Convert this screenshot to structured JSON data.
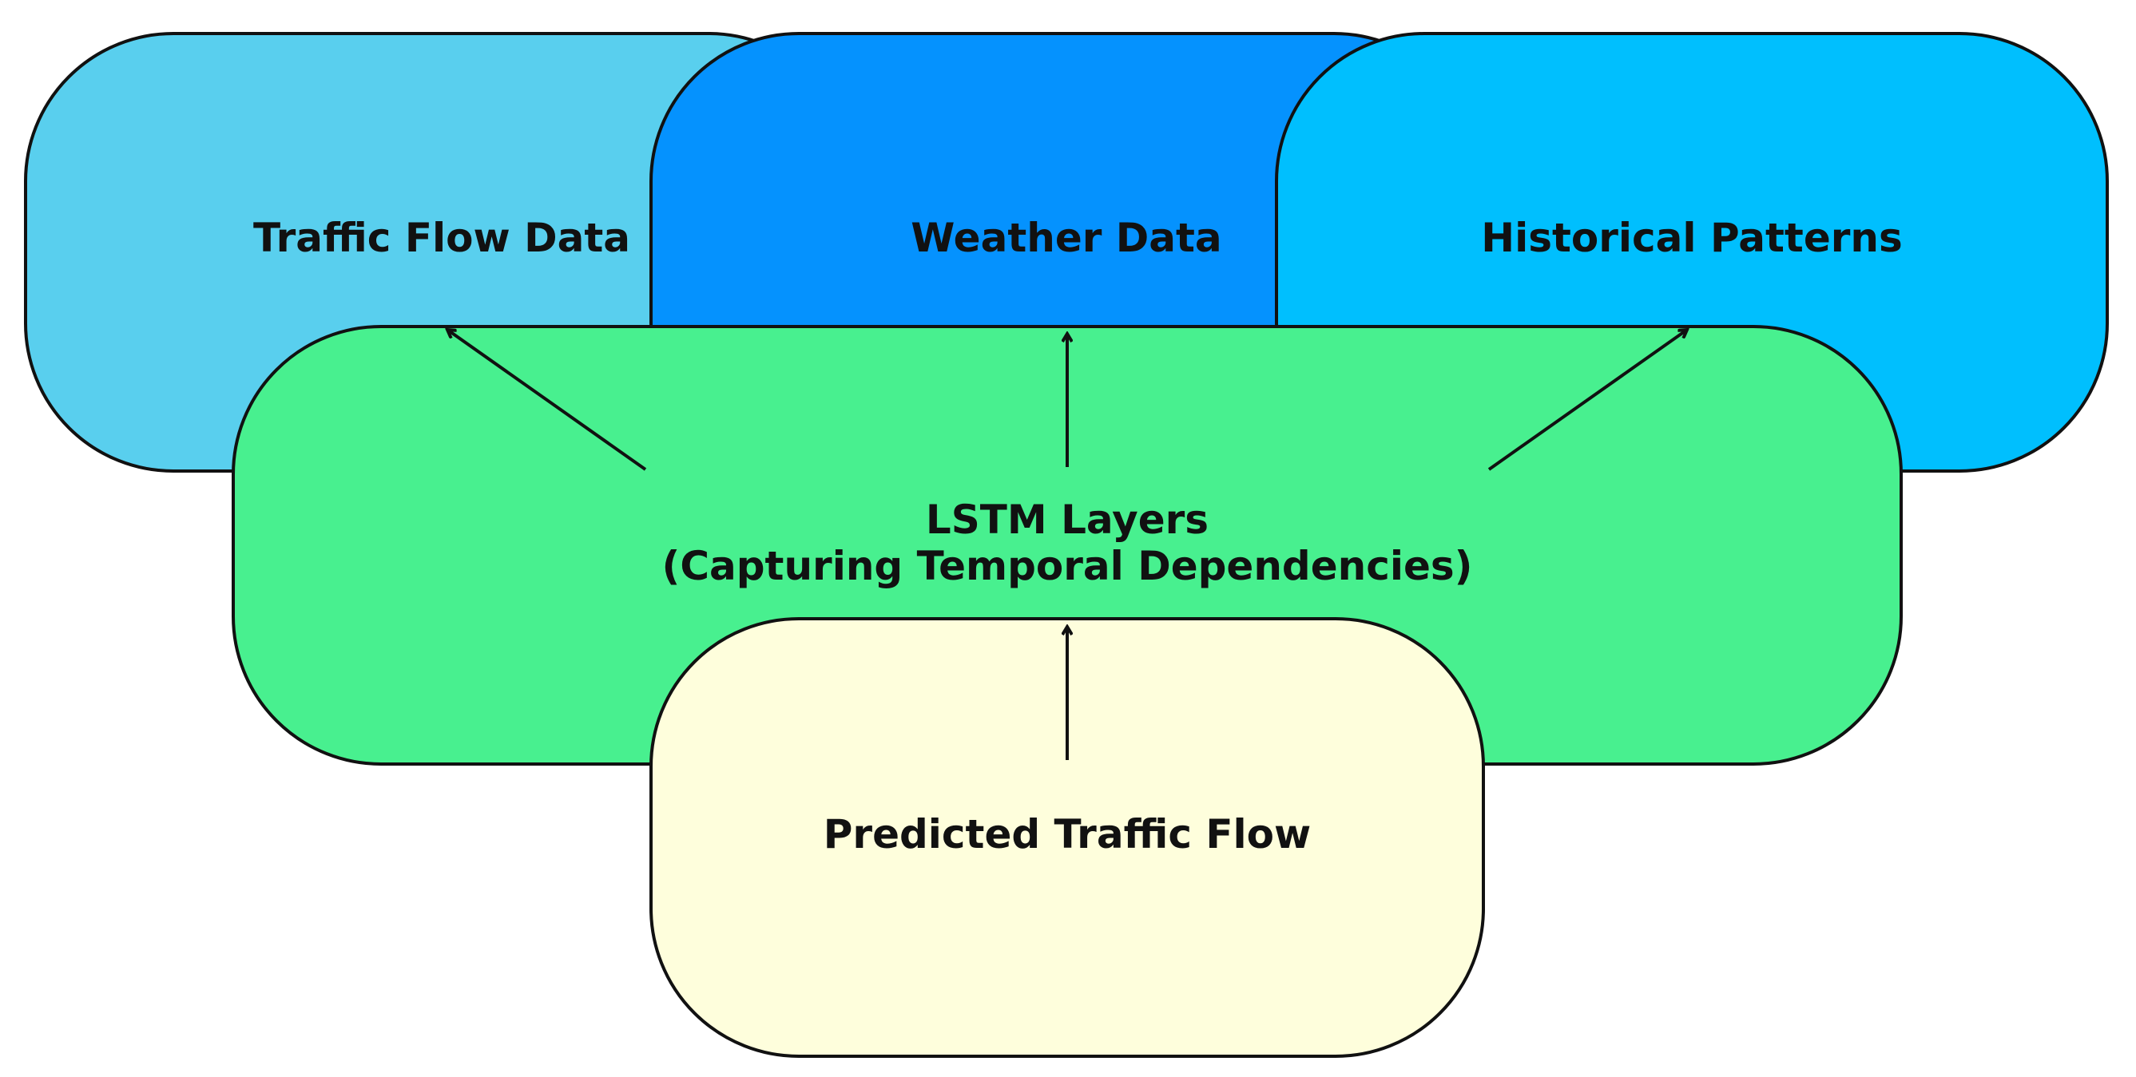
{
  "nodes": {
    "traffic_flow": {
      "label": "Traffic Flow Data",
      "color": "#59CFEE"
    },
    "weather": {
      "label": "Weather Data",
      "color": "#0592FE"
    },
    "historical": {
      "label": "Historical Patterns",
      "color": "#00BFFE"
    },
    "lstm": {
      "line1": "LSTM Layers",
      "line2": "(Capturing Temporal Dependencies)",
      "color": "#48F08F"
    },
    "prediction": {
      "label": "Predicted Traffic Flow",
      "color": "#FEFEDC"
    }
  },
  "edges": [
    {
      "from": "lstm",
      "to": "traffic_flow"
    },
    {
      "from": "lstm",
      "to": "weather"
    },
    {
      "from": "lstm",
      "to": "historical"
    },
    {
      "from": "prediction",
      "to": "lstm"
    }
  ]
}
